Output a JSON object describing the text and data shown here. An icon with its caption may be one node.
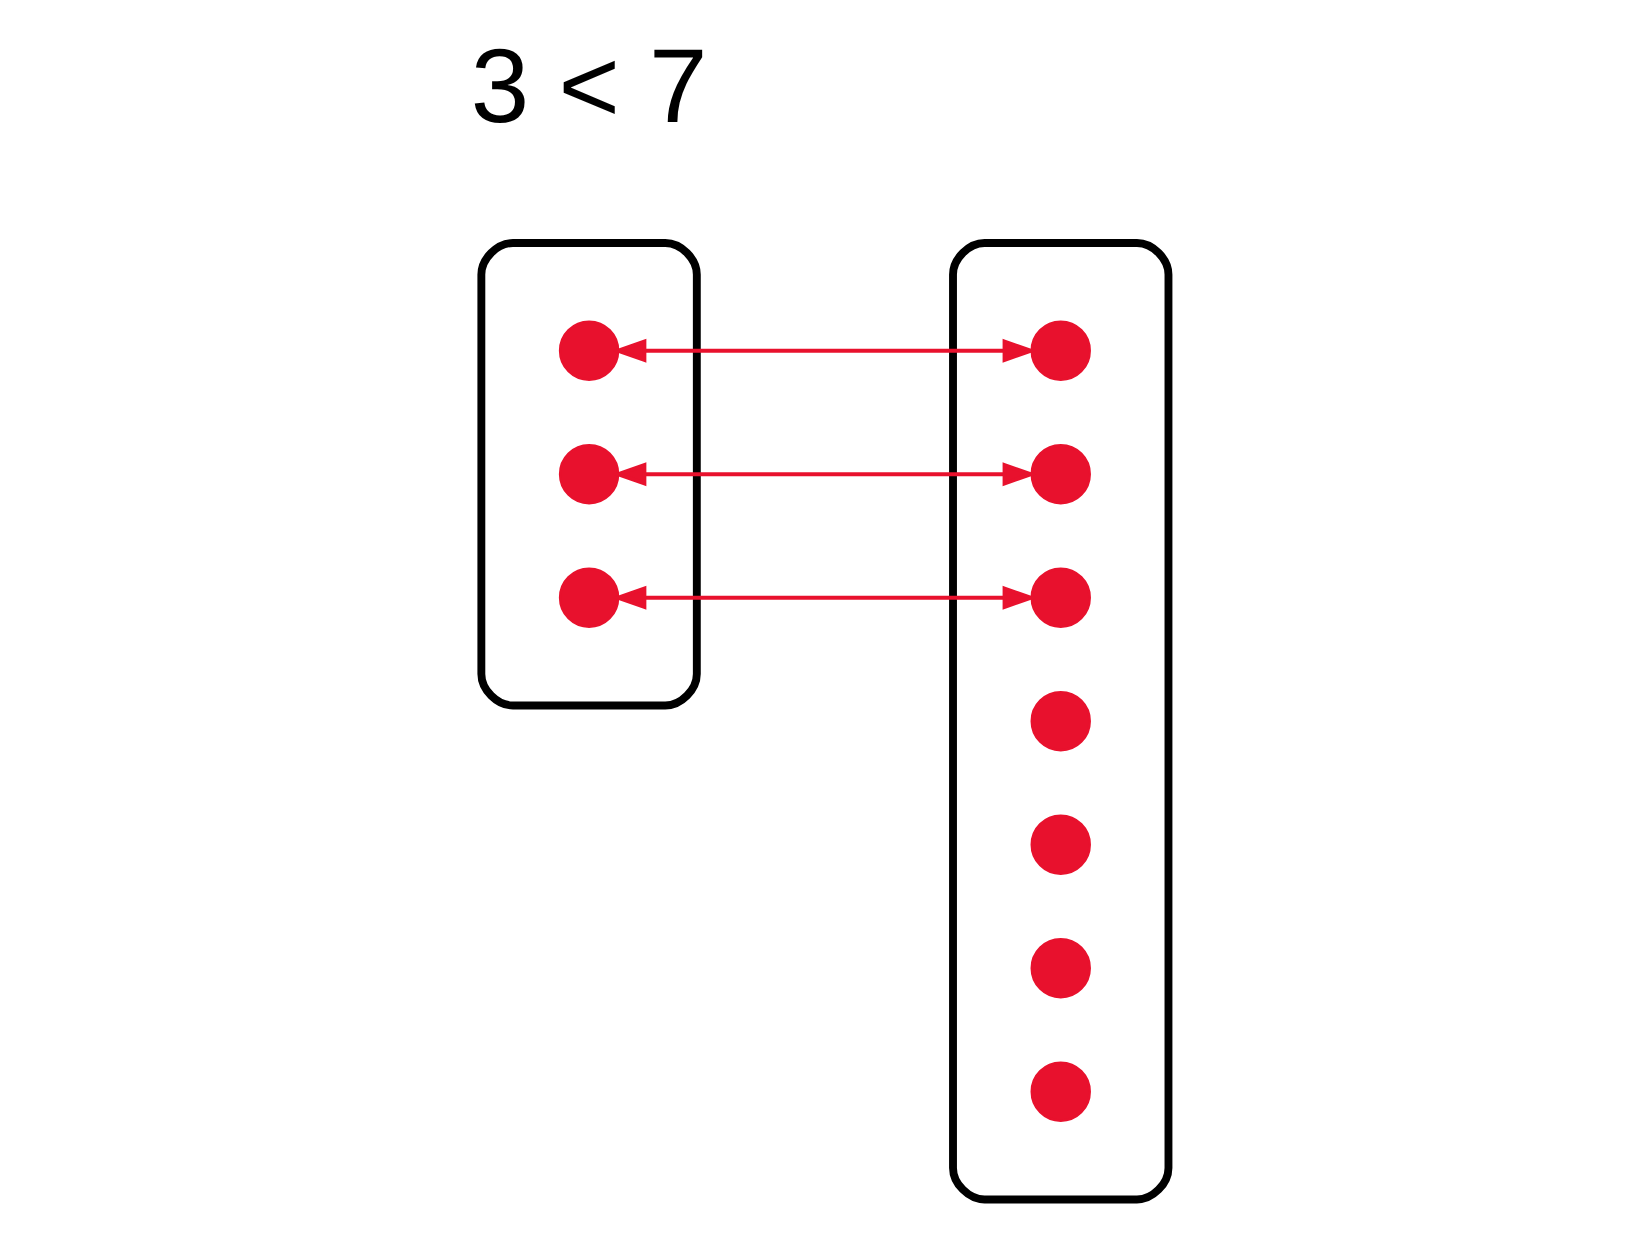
{
  "diagram": {
    "nodes": [
      {
        "text": [],
        "shape": "box"
      },
      {
        "text": [],
        "shape": "box"
      },
      {
        "text": [],
        "shape": "circle",
        "in": 0
      },
      {
        "text": [],
        "shape": "circle",
        "in": 0
      },
      {
        "text": [],
        "shape": "circle",
        "in": 0
      },
      {
        "text": [],
        "shape": "circle",
        "in": 1
      },
      {
        "text": [],
        "shape": "circle",
        "in": 1
      },
      {
        "text": [],
        "shape": "circle",
        "in": 1
      },
      {
        "text": [],
        "shape": "circle",
        "in": 1
      },
      {
        "text": [],
        "shape": "circle",
        "in": 1
      },
      {
        "text": [],
        "shape": "circle",
        "in": 1
      },
      {
        "text": [],
        "shape": "circle",
        "in": 1
      }
    ],
    "edges": [
      {
        "from": 2,
        "to": 5,
        "arrow": "both"
      },
      {
        "from": 3,
        "to": 6,
        "arrow": "both"
      },
      {
        "from": 4,
        "to": 7,
        "arrow": "both"
      }
    ],
    "labels": [
      "3 < 7"
    ]
  }
}
